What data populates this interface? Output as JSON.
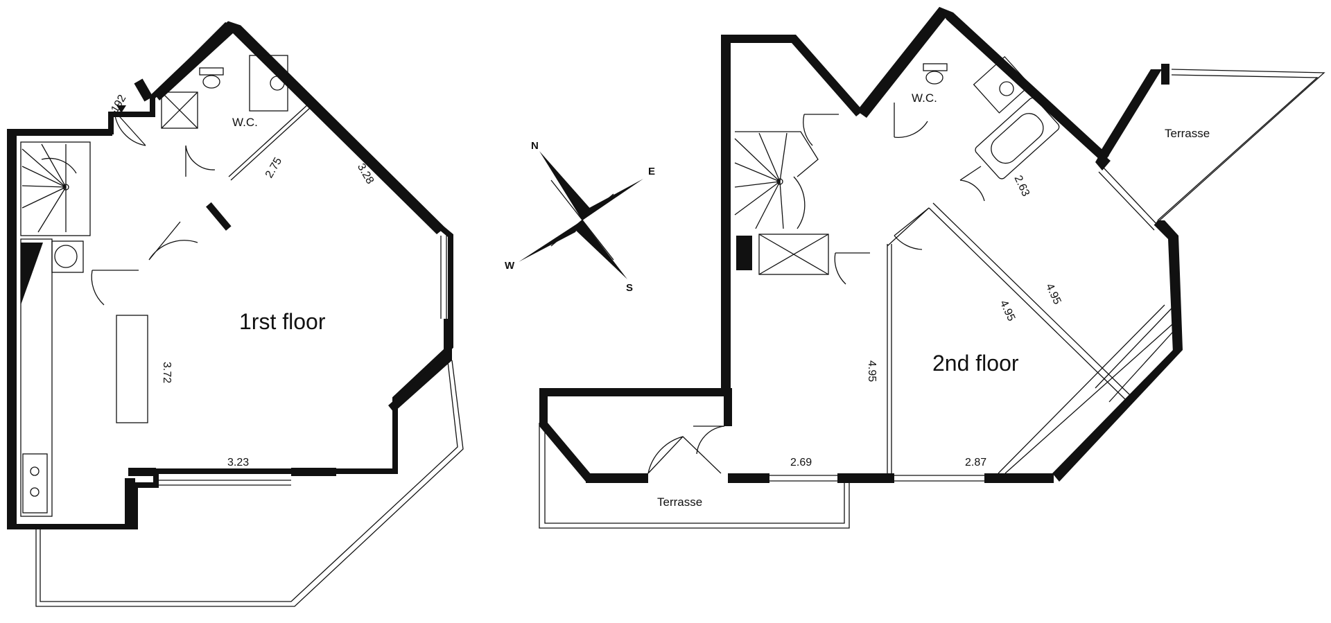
{
  "floors": {
    "first": {
      "label": "1rst floor",
      "wc": "W.C.",
      "dims": {
        "d192": "192",
        "d275": "2.75",
        "d328": "3.28",
        "d372": "3.72",
        "d323": "3.23"
      }
    },
    "second": {
      "label": "2nd floor",
      "wc": "W.C.",
      "terrace_right": "Terrasse",
      "terrace_bottom": "Terrasse",
      "dims": {
        "d263": "2.63",
        "d495a": "4.95",
        "d495b": "4.95",
        "d495c": "4.95",
        "d269": "2.69",
        "d287": "2.87"
      }
    }
  },
  "compass": {
    "n": "N",
    "e": "E",
    "s": "S",
    "w": "W"
  },
  "colors": {
    "wall": "#111111",
    "background": "#ffffff"
  }
}
